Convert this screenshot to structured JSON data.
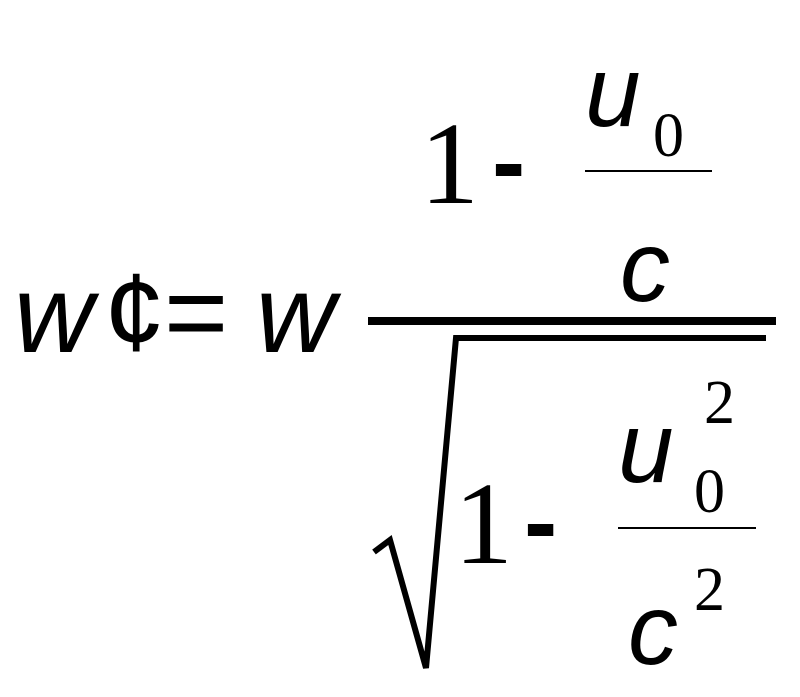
{
  "formula": {
    "lhs": {
      "omega": "w",
      "prime": "¢",
      "equals": "="
    },
    "rhs_omega": "w",
    "numerator": {
      "one": "1",
      "minus": "-",
      "fraction": {
        "top_var": "u",
        "top_sub": "0",
        "bottom_var": "c"
      }
    },
    "denominator": {
      "one": "1",
      "minus": "-",
      "fraction": {
        "top_var": "u",
        "top_sub": "0",
        "top_sup": "2",
        "bottom_var": "c",
        "bottom_sup": "2"
      }
    },
    "colors": {
      "ink": "#000000",
      "background": "#ffffff"
    }
  }
}
